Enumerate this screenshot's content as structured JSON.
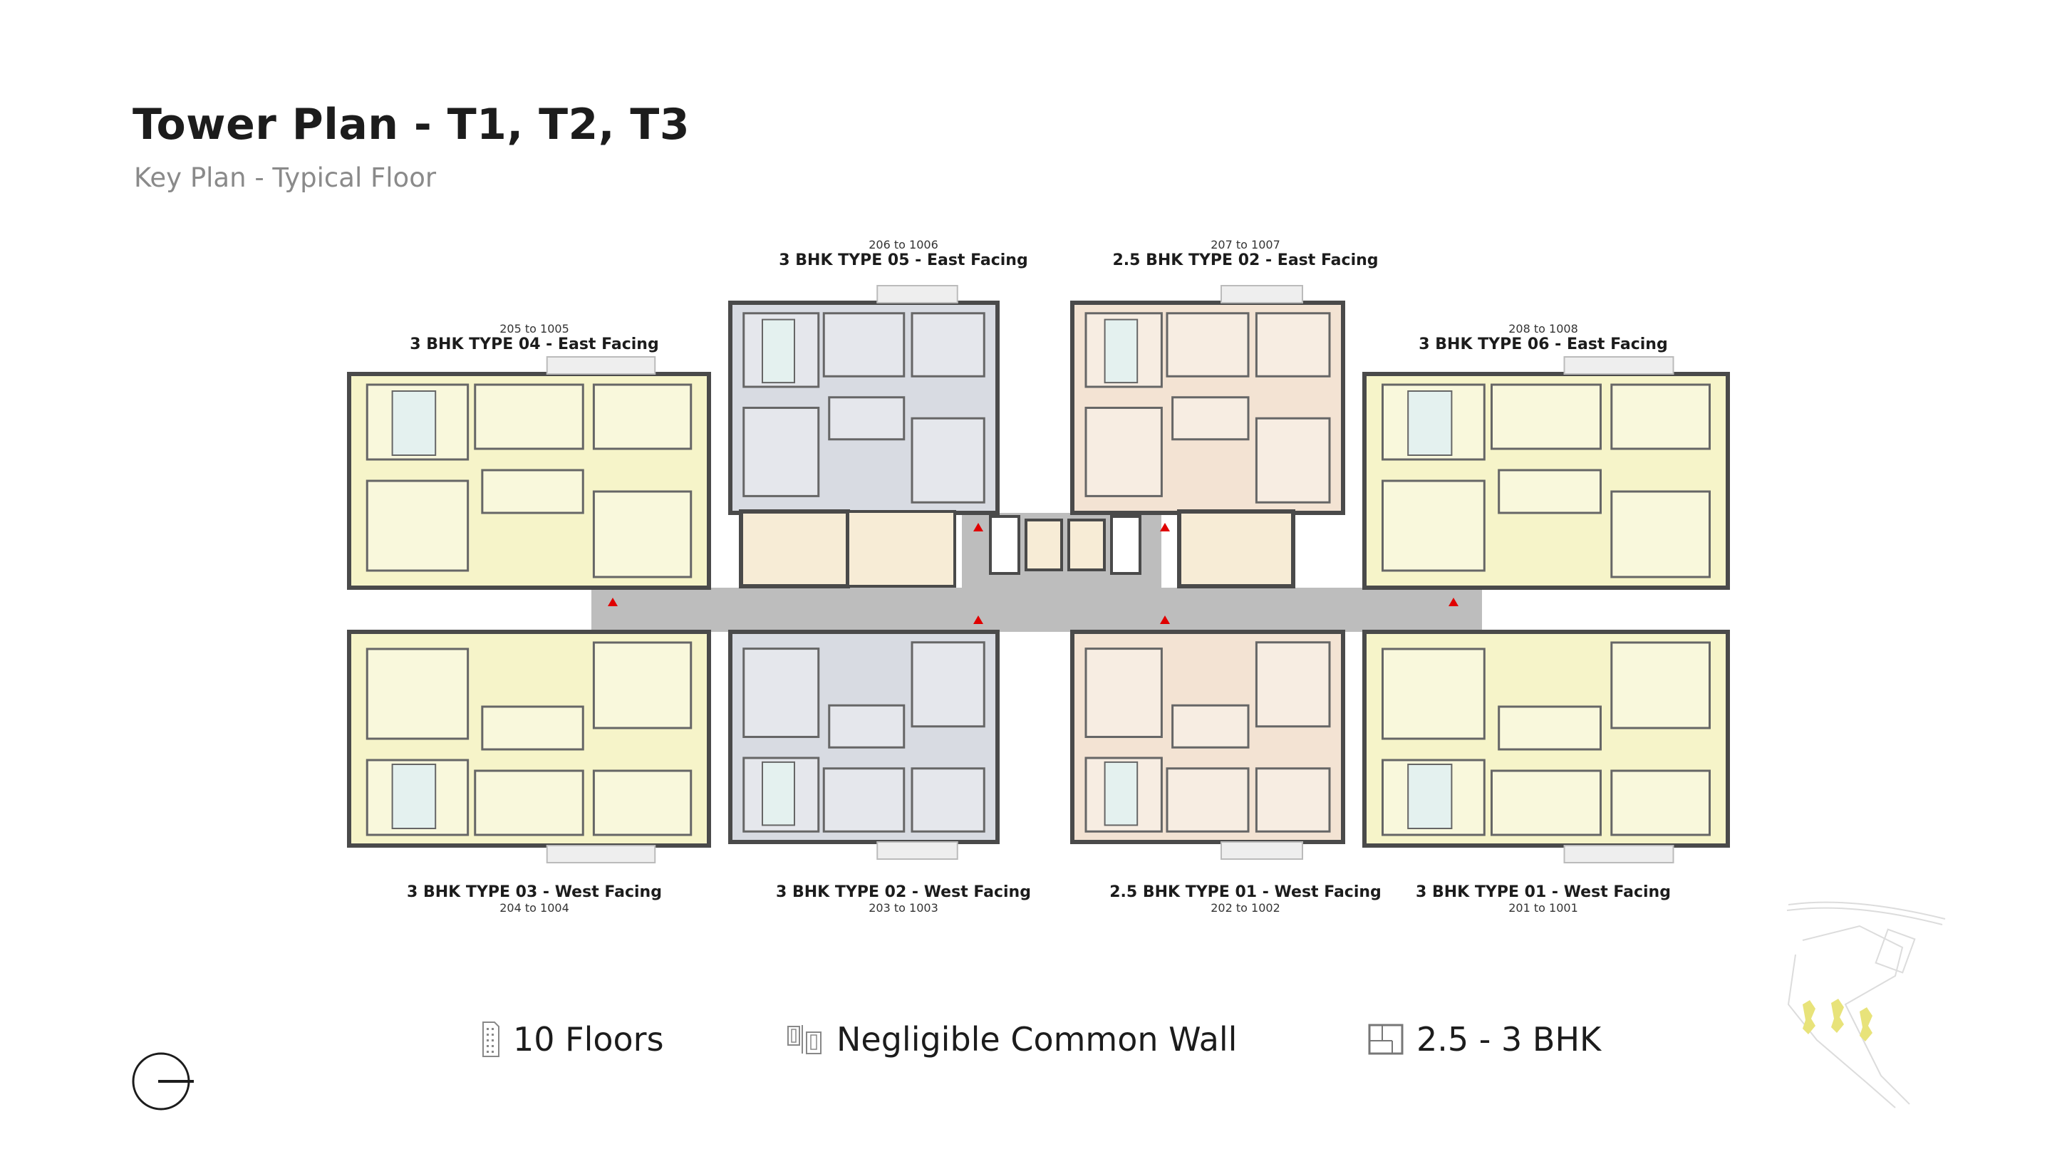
{
  "header": {
    "title": "Tower Plan - T1, T2, T3",
    "subtitle": "Key Plan - Typical Floor"
  },
  "units_top": [
    {
      "range": "205 to 1005",
      "name": "3 BHK TYPE 04 - East Facing"
    },
    {
      "range": "206 to 1006",
      "name": "3 BHK TYPE 05 - East Facing"
    },
    {
      "range": "207 to 1007",
      "name": "2.5 BHK TYPE 02 - East Facing"
    },
    {
      "range": "208 to 1008",
      "name": "3 BHK TYPE 06 - East Facing"
    }
  ],
  "units_bottom": [
    {
      "range": "204 to 1004",
      "name": "3 BHK TYPE 03 - West Facing"
    },
    {
      "range": "203 to 1003",
      "name": "3 BHK TYPE 02 - West Facing"
    },
    {
      "range": "202 to 1002",
      "name": "2.5 BHK TYPE 01 - West Facing"
    },
    {
      "range": "201 to 1001",
      "name": "3 BHK TYPE 01 - West Facing"
    }
  ],
  "features": [
    {
      "icon": "building-floors-icon",
      "label": "10 Floors"
    },
    {
      "icon": "common-wall-icon",
      "label": "Negligible Common Wall"
    },
    {
      "icon": "floor-plan-icon",
      "label": "2.5 - 3 BHK"
    }
  ],
  "colors": {
    "three_bhk_corner": "#f6f4c9",
    "three_bhk_middle": "#d8dbe2",
    "two_half_bhk": "#f3e3d3",
    "core": "#f7ecd6",
    "corridor": "#bdbdbd",
    "wall": "#4a4a4a",
    "fire_exit_marker": "#e00000",
    "keyplan_tower": "#e8e37a"
  }
}
